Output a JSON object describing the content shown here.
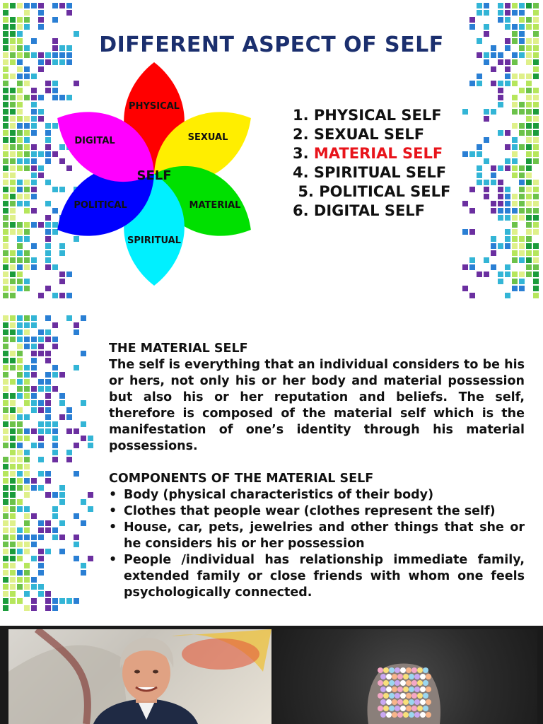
{
  "slide1": {
    "title": "DIFFERENT ASPECT OF SELF",
    "flower": {
      "center": "SELF",
      "petals": [
        {
          "label": "PHYSICAL",
          "color": "#ff0000"
        },
        {
          "label": "SEXUAL",
          "color": "#ffee00"
        },
        {
          "label": "MATERIAL",
          "color": "#00e000"
        },
        {
          "label": "SPIRITUAL",
          "color": "#00f0ff"
        },
        {
          "label": "POLITICAL",
          "color": "#0000ff"
        },
        {
          "label": "DIGITAL",
          "color": "#ff00ff"
        }
      ]
    },
    "list": {
      "item1": "1. PHYSICAL SELF",
      "item2": "2. SEXUAL SELF",
      "item3_prefix": "3. ",
      "item3_highlight": "MATERIAL SELF",
      "item4": "4. SPIRITUAL SELF",
      "item5": " 5. POLITICAL SELF",
      "item6": "6. DIGITAL SELF"
    }
  },
  "slide2": {
    "heading": "THE MATERIAL SELF",
    "paragraph": "The self is everything that an individual considers to be his or hers, not only his or her body and material possession but also his  or her reputation and beliefs. The self, therefore is composed of the material self which is the manifestation of one’s identity through his material possessions.",
    "components_heading": "COMPONENTS OF THE MATERIAL SELF",
    "bullets": [
      "Body (physical characteristics of their body)",
      "Clothes that people wear (clothes represent the self)",
      "House, car, pets, jewelries and other things that she or he considers his or her possession",
      "People /individual has relationship immediate family, extended family or close friends with whom one feels psychologically connected."
    ]
  },
  "colors": {
    "title": "#1b2f6e",
    "highlight": "#e8141b",
    "mosaic": [
      "#1b9c3b",
      "#6cc24a",
      "#b6e65c",
      "#dff08a",
      "#33b5d6",
      "#2a7fd4",
      "#6b2fa0"
    ]
  }
}
